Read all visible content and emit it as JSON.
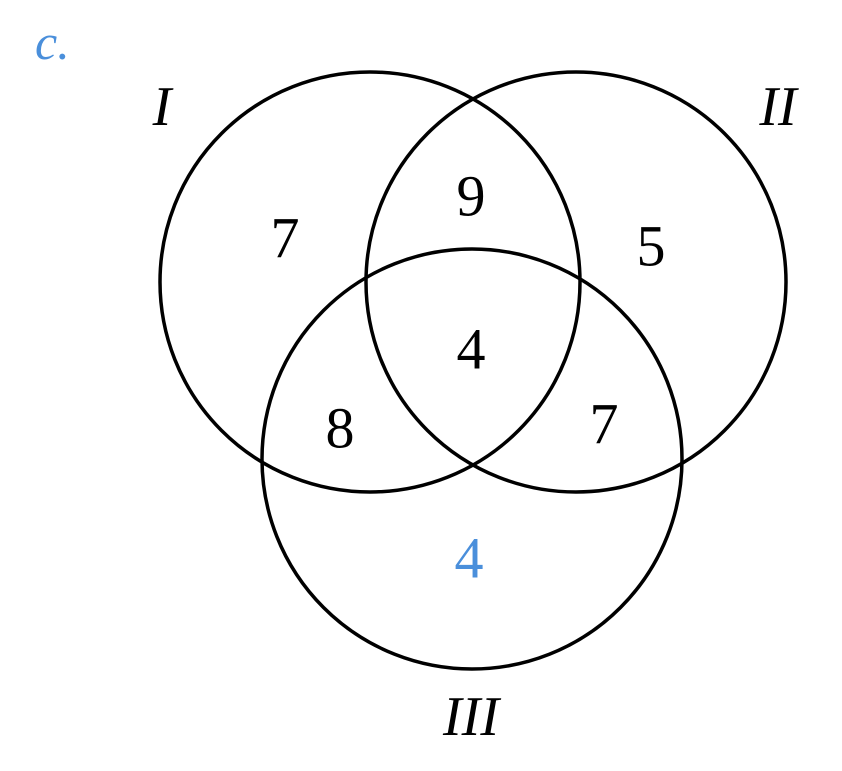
{
  "part_label": "c.",
  "colors": {
    "part_label": "#4a8fdb",
    "highlight": "#4a8fdb",
    "default": "#000000"
  },
  "sets": {
    "one": "I",
    "two": "II",
    "three": "III"
  },
  "regions": {
    "only_one": "7",
    "one_and_two_only": "9",
    "only_two": "5",
    "all_three": "4",
    "one_and_three_only": "8",
    "two_and_three_only": "7",
    "only_three": "4"
  },
  "highlighted_region": "only_three"
}
